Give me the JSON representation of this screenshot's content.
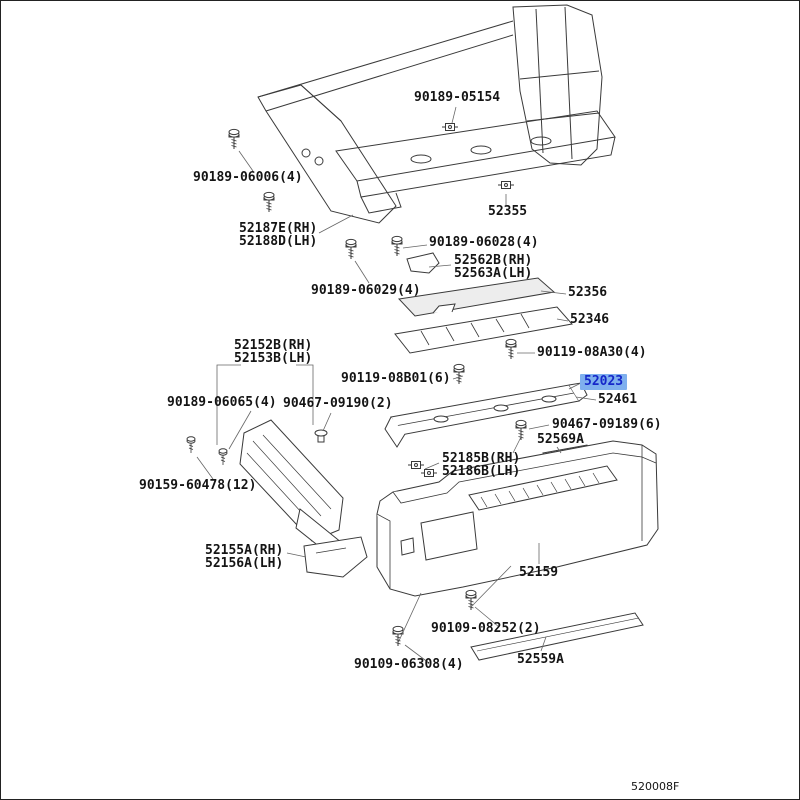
{
  "page": {
    "footer_code": "520008F",
    "background": "#ffffff",
    "selected_part": "52023"
  },
  "highlight": {
    "bg": "#7fb0ee",
    "fg": "#1527c9"
  },
  "labels": [
    {
      "text": "90189-05154"
    },
    {
      "text": "90189-06006(4)"
    },
    {
      "text": "52355"
    },
    {
      "text": "52187E(RH)"
    },
    {
      "text": "52188D(LH)"
    },
    {
      "text": "90189-06028(4)"
    },
    {
      "text": "52562B(RH)"
    },
    {
      "text": "52563A(LH)"
    },
    {
      "text": "90189-06029(4)"
    },
    {
      "text": "52356"
    },
    {
      "text": "52346"
    },
    {
      "text": "52152B(RH)"
    },
    {
      "text": "52153B(LH)"
    },
    {
      "text": "90119-08A30(4)"
    },
    {
      "text": "90119-08B01(6)"
    },
    {
      "text": "52023"
    },
    {
      "text": "52461"
    },
    {
      "text": "90189-06065(4)"
    },
    {
      "text": "90467-09190(2)"
    },
    {
      "text": "90467-09189(6)"
    },
    {
      "text": "52569A"
    },
    {
      "text": "52185B(RH)"
    },
    {
      "text": "52186B(LH)"
    },
    {
      "text": "90159-60478(12)"
    },
    {
      "text": "52155A(RH)"
    },
    {
      "text": "52156A(LH)"
    },
    {
      "text": "52159"
    },
    {
      "text": "90109-08252(2)"
    },
    {
      "text": "90109-06308(4)"
    },
    {
      "text": "52559A"
    }
  ]
}
